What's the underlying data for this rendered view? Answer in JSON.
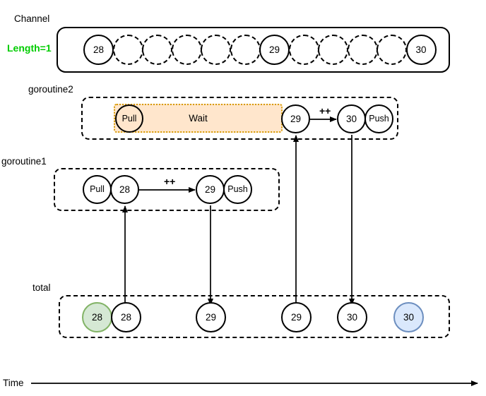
{
  "labels": {
    "channel": "Channel",
    "length": "Length=1",
    "goroutine2": "goroutine2",
    "goroutine1": "goroutine1",
    "total": "total",
    "time": "Time"
  },
  "colors": {
    "length_text": "#00cc00",
    "green_fill": "#d5e8d4",
    "green_stroke": "#82b366",
    "blue_fill": "#dae8fc",
    "blue_stroke": "#6c8ebf",
    "wait_fill": "#ffe6cc",
    "wait_stroke": "#d79b00",
    "stroke": "#000000"
  },
  "channel": {
    "slots": [
      {
        "value": "28",
        "filled": true
      },
      {
        "value": "",
        "filled": false
      },
      {
        "value": "",
        "filled": false
      },
      {
        "value": "",
        "filled": false
      },
      {
        "value": "",
        "filled": false
      },
      {
        "value": "",
        "filled": false
      },
      {
        "value": "29",
        "filled": true
      },
      {
        "value": "",
        "filled": false
      },
      {
        "value": "",
        "filled": false
      },
      {
        "value": "",
        "filled": false
      },
      {
        "value": "",
        "filled": false
      },
      {
        "value": "30",
        "filled": true
      }
    ]
  },
  "goroutine2": {
    "pull_label": "Pull",
    "wait_label": "Wait",
    "value_before": "29",
    "increment_label": "++",
    "value_after": "30",
    "push_label": "Push"
  },
  "goroutine1": {
    "pull_label": "Pull",
    "value_before": "28",
    "increment_label": "++",
    "value_after": "29",
    "push_label": "Push"
  },
  "total": {
    "items": [
      {
        "value": "28",
        "style": "green"
      },
      {
        "value": "28",
        "style": "plain"
      },
      {
        "value": "29",
        "style": "plain"
      },
      {
        "value": "29",
        "style": "plain"
      },
      {
        "value": "30",
        "style": "plain"
      },
      {
        "value": "30",
        "style": "blue"
      }
    ]
  }
}
